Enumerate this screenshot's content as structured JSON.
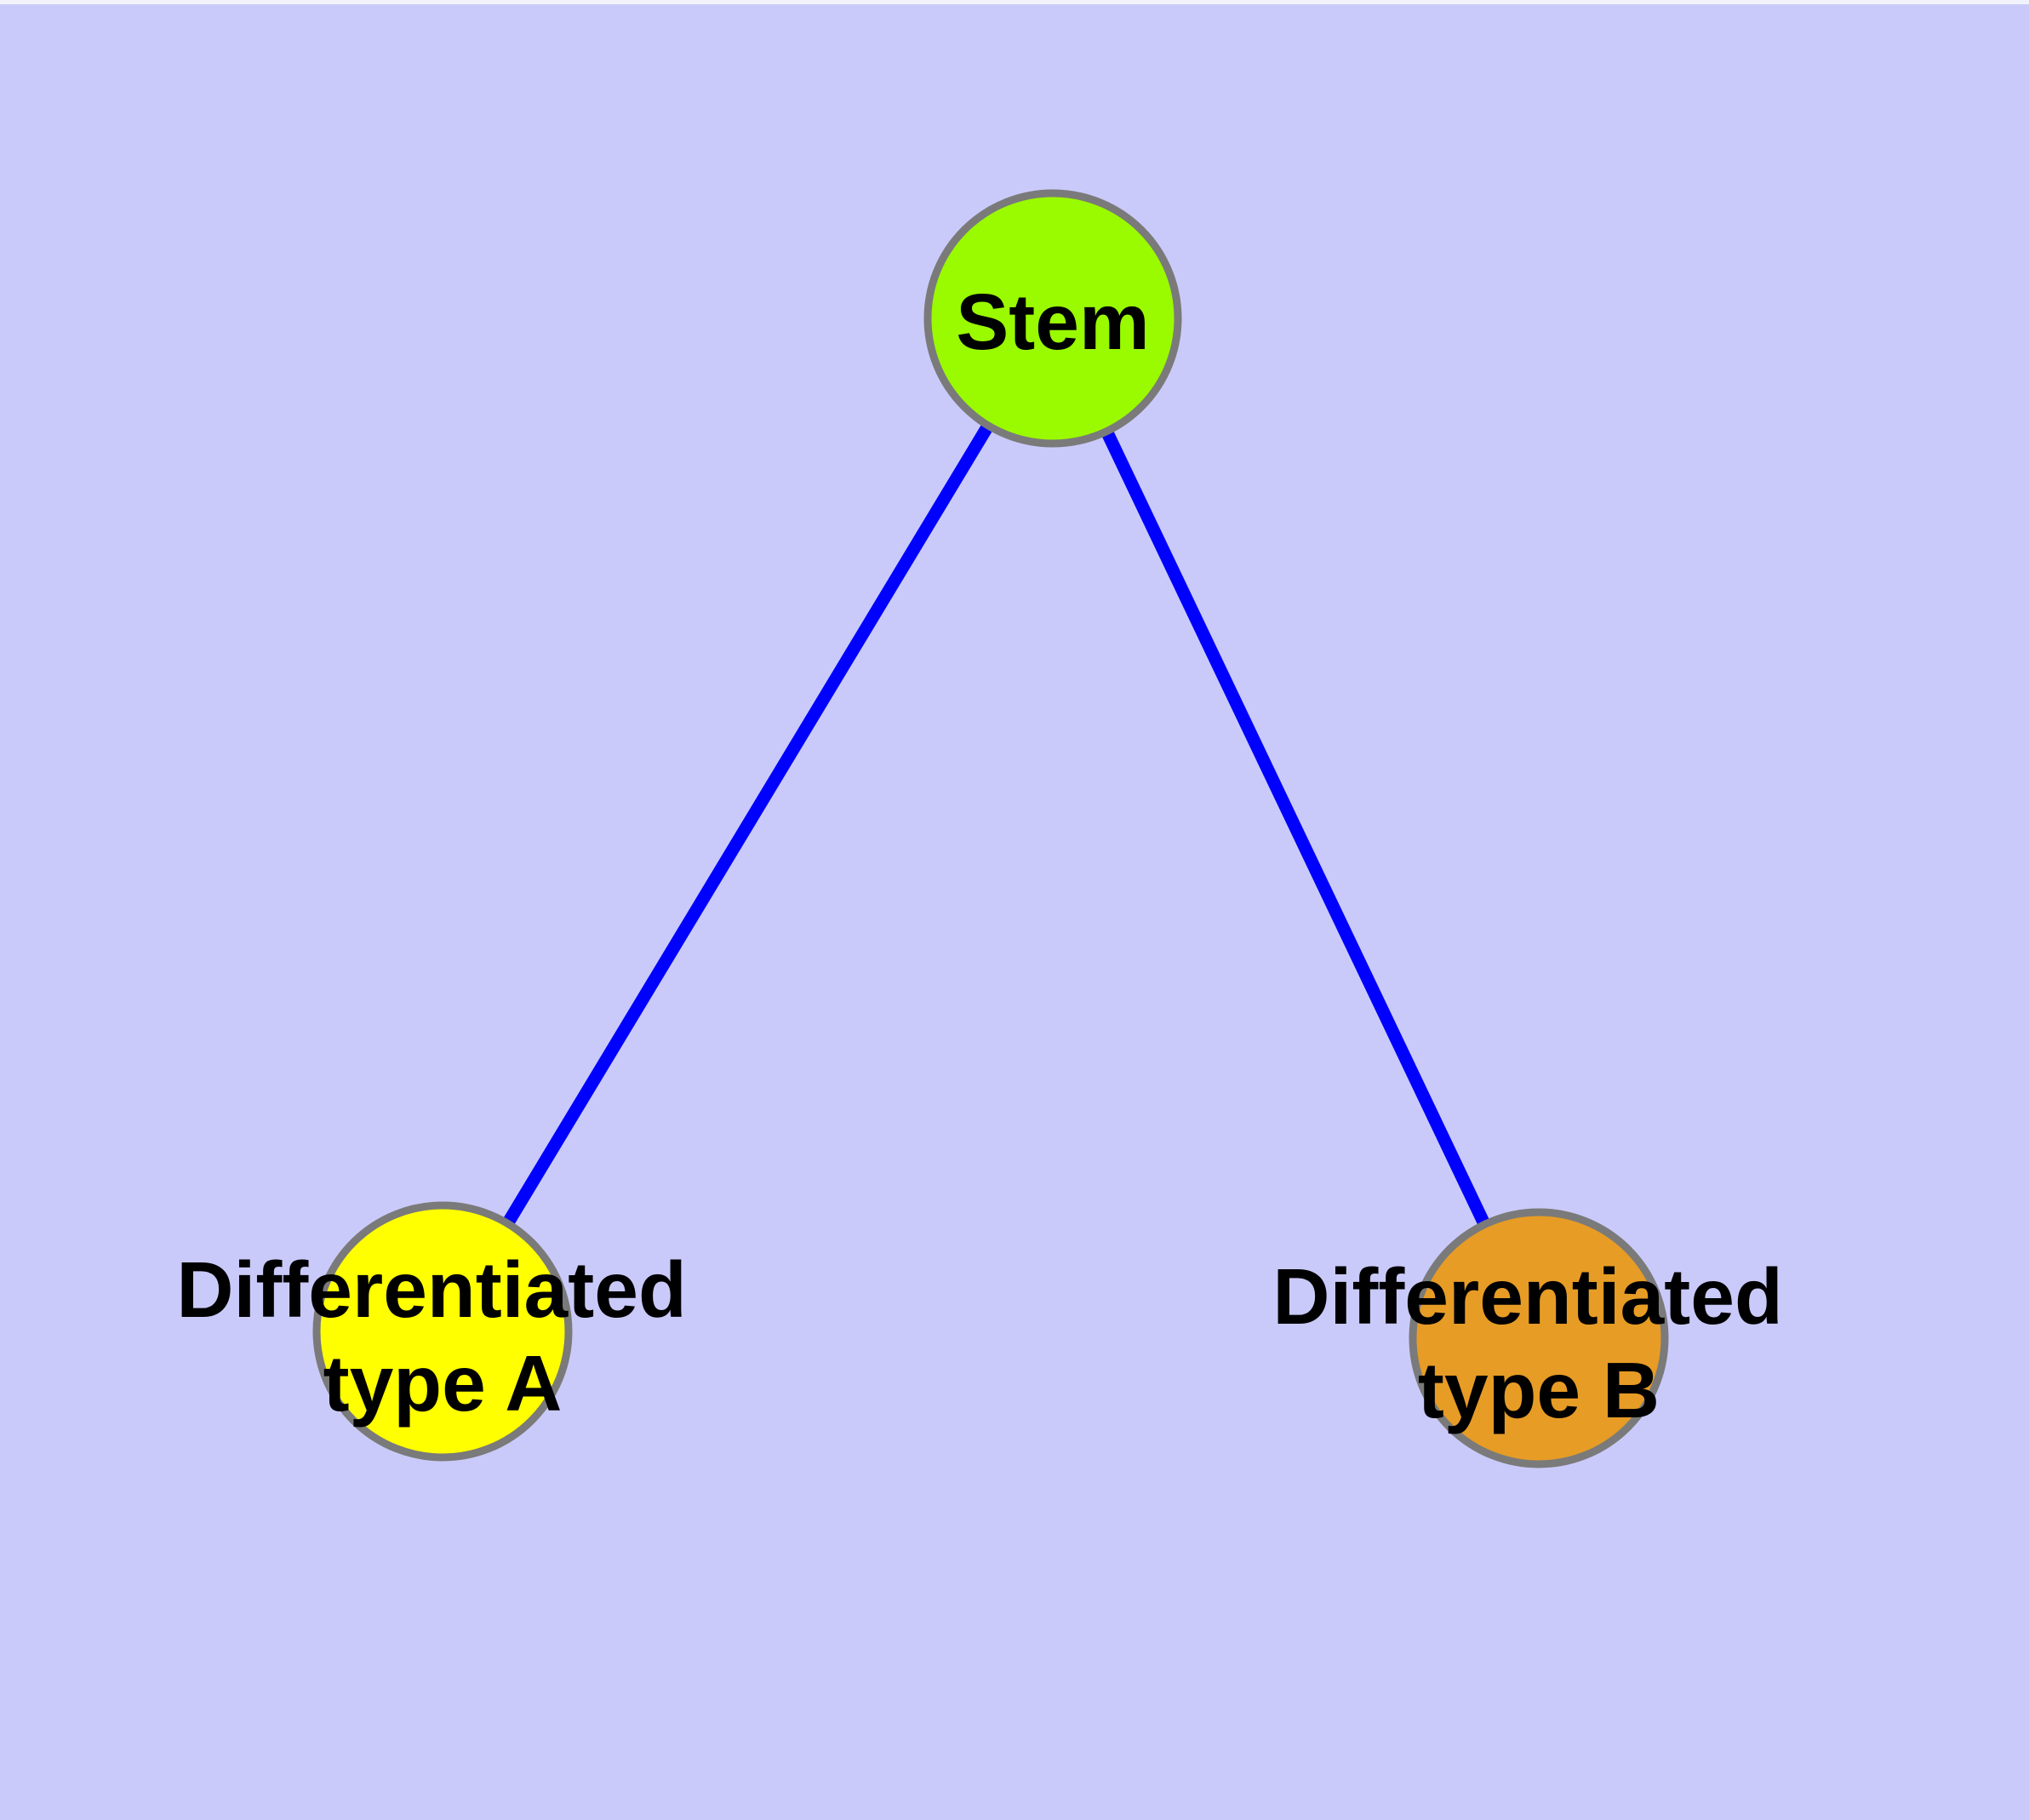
{
  "figure": {
    "background_color": "#cacafa",
    "top_edge_highlight_color": "#f2f2fc",
    "node_border_color": "#7a7a7a",
    "edge_color": "#0000ff",
    "label_color": "#000000"
  },
  "nodes": [
    {
      "id": "stem",
      "label": "Stem",
      "fill": "#9afa00"
    },
    {
      "id": "differentiated-type-a",
      "label_lines": [
        "Differentiated",
        "type A"
      ],
      "fill": "#ffff00"
    },
    {
      "id": "differentiated-type-b",
      "label_lines": [
        "Differentiated",
        "type B"
      ],
      "fill": "#e79c25"
    }
  ],
  "edges": [
    {
      "from": "stem",
      "to": "differentiated-type-a",
      "color": "#0000ff"
    },
    {
      "from": "stem",
      "to": "differentiated-type-b",
      "color": "#0000ff"
    }
  ]
}
